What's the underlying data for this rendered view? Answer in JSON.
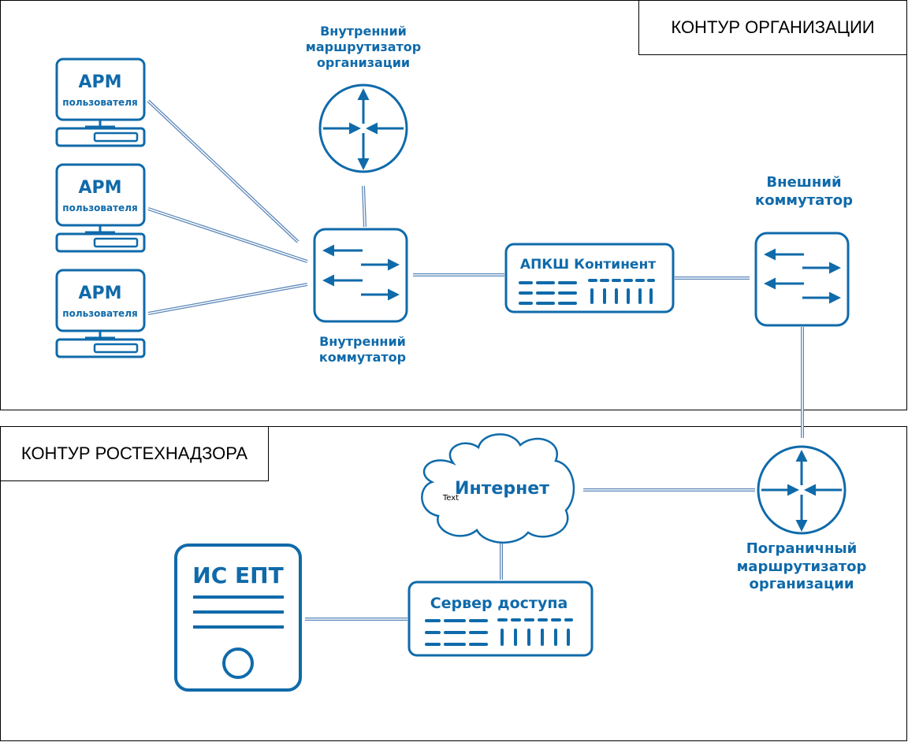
{
  "zones": {
    "organization": "КОНТУР ОРГАНИЗАЦИИ",
    "rostekhnadzor": "КОНТУР РОСТЕХНАДЗОРА"
  },
  "workstations": [
    {
      "title": "АРМ",
      "subtitle": "пользователя"
    },
    {
      "title": "АРМ",
      "subtitle": "пользователя"
    },
    {
      "title": "АРМ",
      "subtitle": "пользователя"
    }
  ],
  "nodes": {
    "internal_router": "Внутренний\nмаршрутизатор\nорганизации",
    "internal_switch": "Внутренний\nкоммутатор",
    "apksh": "АПКШ Континент",
    "external_switch": "Внешний\nкоммутатор",
    "border_router": "Пограничный\nмаршрутизатор\nорганизации",
    "internet": "Интернет",
    "internet_note": "Text",
    "access_server": "Сервер доступа",
    "is_ept": "ИС ЕПТ"
  },
  "colors": {
    "primary": "#0f6aaa",
    "link": "#5a86b8"
  },
  "icons": [
    "workstation-icon",
    "router-icon",
    "switch-icon",
    "network-appliance-icon",
    "cloud-icon",
    "server-icon"
  ]
}
